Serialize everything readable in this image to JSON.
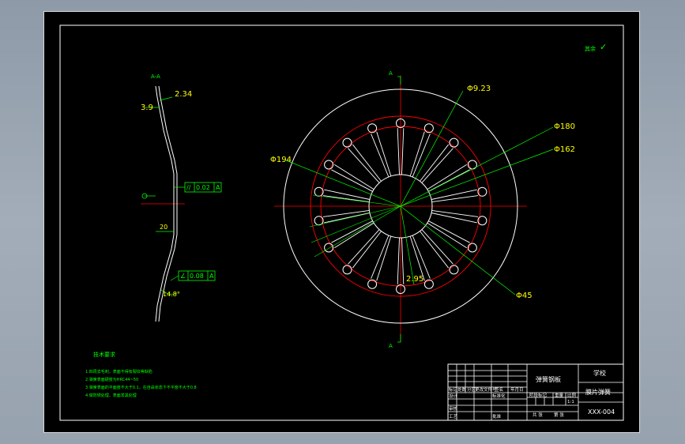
{
  "section_label": "A-A",
  "view_marker": "A",
  "dims": {
    "side_top": "2.34",
    "side_left": "3.9",
    "side_width": "20",
    "side_angle": "14.8°",
    "hole": "Φ9.23",
    "d180": "Φ180",
    "d162": "Φ162",
    "d194": "Φ194",
    "d45": "Φ45",
    "finger": "2.95"
  },
  "tolerances": {
    "parallel": {
      "symbol": "//",
      "value": "0.02",
      "datum": "A"
    },
    "angularity": {
      "symbol": "∠",
      "value": "0.08",
      "datum": "A"
    }
  },
  "roughness": {
    "label": "其余",
    "symbol": "✓"
  },
  "notes": {
    "title": "技术要求",
    "lines": [
      "1.四周去毛刺，表面不得有裂纹等缺陷",
      "2.弹簧表面硬度为HRC44~50",
      "3.弹簧表面的平面度不大于0.1，在自由状态下不平度不大于0.8",
      "4.做防锈处理，表面发黑处理"
    ]
  },
  "title_block": {
    "material": "弹簧钢板",
    "school": "学校",
    "part_name": "膜片弹簧",
    "drawing_no": "XXX-004",
    "scale": "1:1",
    "labels": {
      "mark": "标记",
      "count": "处数",
      "zone": "分区",
      "change_doc": "更改文件号",
      "sign": "签名",
      "date": "年月日",
      "design": "设计",
      "standard": "标准化",
      "stage": "阶段标记",
      "weight": "重量",
      "ratio": "比例",
      "review": "审核",
      "process": "工艺",
      "approve": "批准",
      "sheet_total": "共 张",
      "sheet_no": "第 张"
    }
  }
}
